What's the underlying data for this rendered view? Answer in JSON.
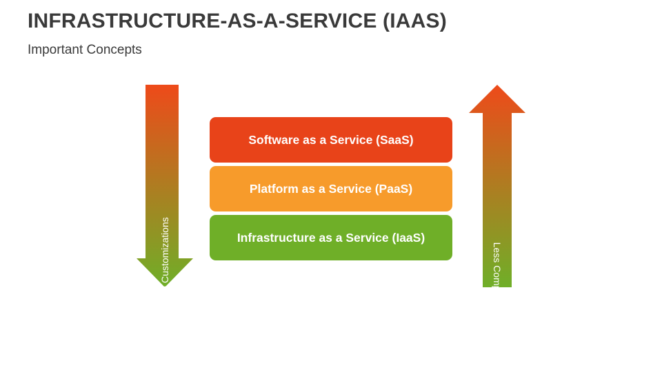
{
  "header": {
    "title": "INFRASTRUCTURE-AS-A-SERVICE (IAAS)",
    "subtitle": "Important Concepts"
  },
  "layers": [
    {
      "label": "Software as a Service (SaaS)",
      "color": "#e84319"
    },
    {
      "label": "Platform as a Service (PaaS)",
      "color": "#f79b2b"
    },
    {
      "label": "Infrastructure as a Service (IaaS)",
      "color": "#6faf28"
    }
  ],
  "arrows": {
    "left": {
      "label": "More Customizations",
      "direction": "down",
      "gradient": [
        "#ee4a1a",
        "#6faf28"
      ]
    },
    "right": {
      "label": "Less Complexity",
      "direction": "up",
      "gradient": [
        "#ee4a1a",
        "#6faf28"
      ]
    }
  }
}
